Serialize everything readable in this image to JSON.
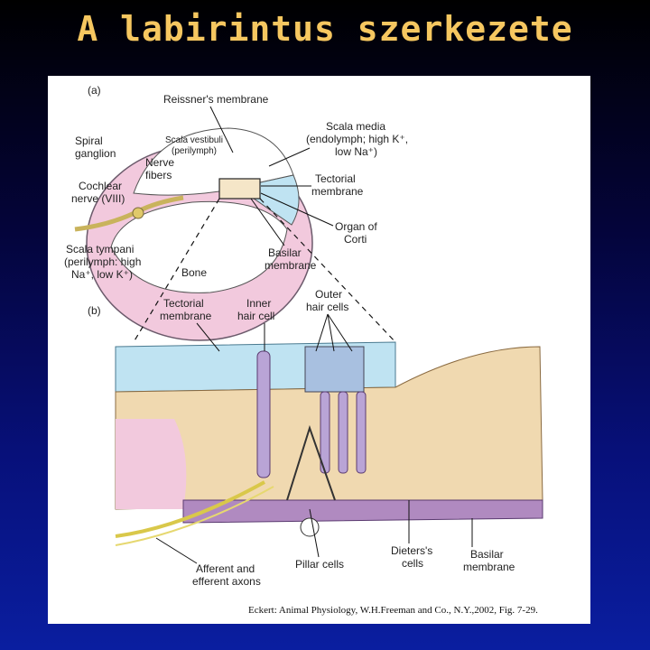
{
  "slide": {
    "title": "A labirintus szerkezete"
  },
  "panel_a": {
    "tag": "(a)",
    "labels": {
      "reissner": "Reissner's membrane",
      "scala_vestibuli_1": "Scala vestibuli",
      "scala_vestibuli_2": "(perilymph)",
      "scala_media_1": "Scala media",
      "scala_media_2": "(endolymph; high K⁺,",
      "scala_media_3": "low Na⁺)",
      "spiral_1": "Spiral",
      "spiral_2": "ganglion",
      "nerve_1": "Nerve",
      "nerve_2": "fibers",
      "cochlear_1": "Cochlear",
      "cochlear_2": "nerve (VIII)",
      "tectorial_1": "Tectorial",
      "tectorial_2": "membrane",
      "organ_1": "Organ of",
      "organ_2": "Corti",
      "tympani_1": "Scala tympani",
      "tympani_2": "(perilymph: high",
      "tympani_3": "Na⁺, low K⁺)",
      "bone": "Bone",
      "basilar_1": "Basilar",
      "basilar_2": "membrane"
    }
  },
  "panel_b": {
    "tag": "(b)",
    "labels": {
      "tectorial_1": "Tectorial",
      "tectorial_2": "membrane",
      "inner_1": "Inner",
      "inner_2": "hair cell",
      "outer_1": "Outer",
      "outer_2": "hair cells",
      "afferent_1": "Afferent and",
      "afferent_2": "efferent axons",
      "pillar": "Pillar cells",
      "dieters_1": "Dieters's",
      "dieters_2": "cells",
      "basilar_1": "Basilar",
      "basilar_2": "membrane"
    }
  },
  "caption": "Eckert: Animal Physiology, W.H.Freeman and Co., N.Y.,2002, Fig.  7-29.",
  "colors": {
    "title": "#f6c760",
    "bone": "#f2c9dd",
    "endolymph": "#bfe3f2",
    "cell_body": "#f0d9b0",
    "hair_cell": "#b9a4d6",
    "nerve": "#d9c84a"
  }
}
